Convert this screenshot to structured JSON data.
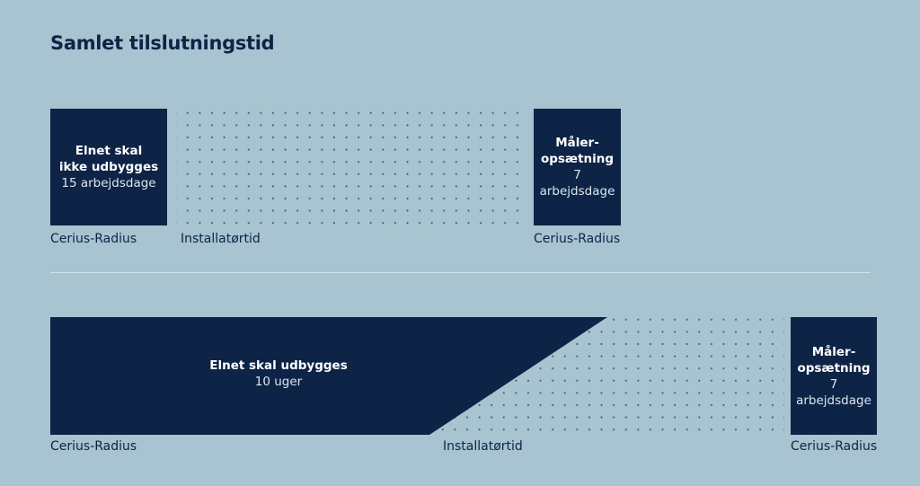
{
  "title": "Samlet tilslutningstid",
  "row1": {
    "box1": {
      "line1": "Elnet skal",
      "line2": "ikke udbygges",
      "detail": "15 arbejdsdage"
    },
    "box2": {
      "title": "Måler-\nopsætning",
      "detail": "7\narbejdsdage"
    },
    "labels": {
      "left": "Cerius-Radius",
      "middle": "Installatørtid",
      "right": "Cerius-Radius"
    }
  },
  "row2": {
    "main": {
      "title": "Elnet skal udbygges",
      "detail": "10 uger"
    },
    "box2": {
      "title": "Måler-\nopsætning",
      "detail": "7\narbejdsdage"
    },
    "labels": {
      "left": "Cerius-Radius",
      "middle": "Installatørtid",
      "right": "Cerius-Radius"
    }
  },
  "colors": {
    "background": "#a7c4d0",
    "navy": "#0e2447",
    "dots": "#4a6480",
    "divider": "#d4e3ea"
  }
}
